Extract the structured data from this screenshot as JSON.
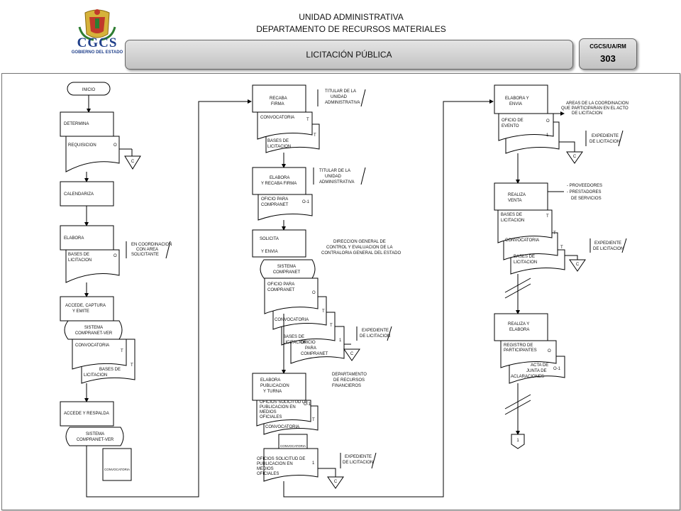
{
  "header": {
    "line1": "UNIDAD ADMINISTRATIVA",
    "line2": "DEPARTAMENTO DE RECURSOS MATERIALES",
    "logo_text": "CGCS",
    "logo_sub": "GOBIERNO DEL ESTADO",
    "title": "LICITACIÓN PÚBLICA",
    "code_label": "CGCS/UA/RM",
    "code_number": "303"
  },
  "col1": {
    "inicio": "INICIO",
    "determina": "DETERMINA",
    "requisicion": "REQUISICION",
    "requisicion_tag": "O",
    "archive1": "C",
    "calendariza": "CALENDARIZA",
    "elabora": "ELABORA",
    "bases": [
      "BASES DE",
      "LICITACION"
    ],
    "bases_tag": "O",
    "coord_note": [
      "EN COORDINACION",
      "CON AREA",
      "SOLICITANTE"
    ],
    "accede": [
      "ACCEDE, CAPTURA",
      "Y EMITE"
    ],
    "sistema1": [
      "SISTEMA",
      "COMPRANET-VER"
    ],
    "convocatoria": "CONVOCATORIA",
    "conv_tag": "T",
    "bases2": [
      "BASES DE",
      "LICITACION"
    ],
    "bases2_tag": "T",
    "accede2": "ACCEDE Y RESPALDA",
    "sistema2": [
      "SISTEMA",
      "COMPRANET-VER"
    ],
    "disk": "CONVOCATORIA"
  },
  "col2": {
    "recaba": [
      "RECABA",
      "FIRMA"
    ],
    "titular1": [
      "TITULAR DE LA",
      "UNIDAD",
      "ADMINISTRATIVA"
    ],
    "convocatoria": "CONVOCATORIA",
    "conv_tag": "T",
    "bases": [
      "BASES DE",
      "LICITACION"
    ],
    "bases_tag": "T",
    "elabora_recaba": [
      "ELABORA",
      "Y RECABA FIRMA"
    ],
    "titular2": [
      "TITULAR DE LA",
      "UNIDAD",
      "ADMINISTRATIVA"
    ],
    "oficio": [
      "OFICIO PARA",
      "COMPRANET"
    ],
    "oficio_tag": "O-1",
    "solicita": [
      "SOLICITA",
      "Y ENVIA"
    ],
    "direccion": [
      "DIRECCION GENERAL DE",
      "CONTROL Y EVALUACION DE LA",
      "CONTRALORIA GENERAL DEL ESTADO"
    ],
    "sistema": [
      "SISTEMA",
      "COMPRANET"
    ],
    "oficio2": [
      "OFICIO PARA",
      "COMPRANET"
    ],
    "oficio2_tag": "O",
    "conv2": "CONVOCATORIA",
    "conv2_tag": "T",
    "bases2": [
      "BASES DE",
      "LICITACION"
    ],
    "bases2_tag": "T",
    "oficio3": [
      "OFICIO",
      "PARA",
      "COMPRANET"
    ],
    "oficio3_tag": "1",
    "expediente1": [
      "EXPEDIENTE",
      "DE LICITACION"
    ],
    "archive1": "C",
    "elabora_pub": [
      "ELABORA",
      "PUBLICACION",
      "Y TURNA"
    ],
    "depto": [
      "DEPARTAMENTO",
      "DE RECURSOS",
      "FINANCIEROS"
    ],
    "oficios_sol": [
      "OFICIOS SOLICITUD DE",
      "PUBLICACION EN",
      "MEDIOS",
      "OFICIALES"
    ],
    "oficios_tag": "O-1",
    "conv3": "CONVOCATORIA",
    "conv3_tag": "T",
    "disk": "CONVOCATORIA",
    "oficios_sol2": [
      "OFICIOS SOLICITUD DE",
      "PUBLICACION EN",
      "MEDIOS",
      "OFICIALES"
    ],
    "oficios2_tag": "1",
    "expediente2": [
      "EXPEDIENTE",
      "DE LICITACION"
    ],
    "archive2": "C"
  },
  "col3": {
    "elabora_envia": [
      "ELABORA Y",
      "ENVIA"
    ],
    "areas": [
      "AREAS DE LA COORDINACION",
      "QUE PARTICIPARAN EN EL ACTO",
      "DE LICITACION"
    ],
    "oficio_evento": [
      "OFICIO DE",
      "EVENTO"
    ],
    "oficio_tag": "O",
    "oficio_tag2": "1",
    "expediente1": [
      "EXPEDIENTE",
      "DE LICITACION"
    ],
    "archive1": "C",
    "realiza_venta": [
      "REALIZA",
      "VENTA"
    ],
    "proveedores": [
      "- PROVEEDORES",
      "- PRESTADORES",
      "DE SERVICIOS"
    ],
    "bases": [
      "BASES DE",
      "LICITACION"
    ],
    "bases_tag": "T",
    "conv": "CONVOCATORIA",
    "conv_tag": "T",
    "bases2": [
      "BASES DE",
      "LICITACION"
    ],
    "bases2_tag": "T",
    "expediente2": [
      "EXPEDIENTE",
      "DE LICITACION"
    ],
    "archive2": "C",
    "realiza_elabora": [
      "REALIZA Y",
      "ELABORA"
    ],
    "registro": [
      "REGISTRO DE",
      "PARTICIPANTES"
    ],
    "registro_tag": "O",
    "acta": [
      "ACTA DE",
      "JUNTA DE",
      "ACLARACIONES"
    ],
    "acta_tag": "O-1",
    "connector": "1"
  }
}
